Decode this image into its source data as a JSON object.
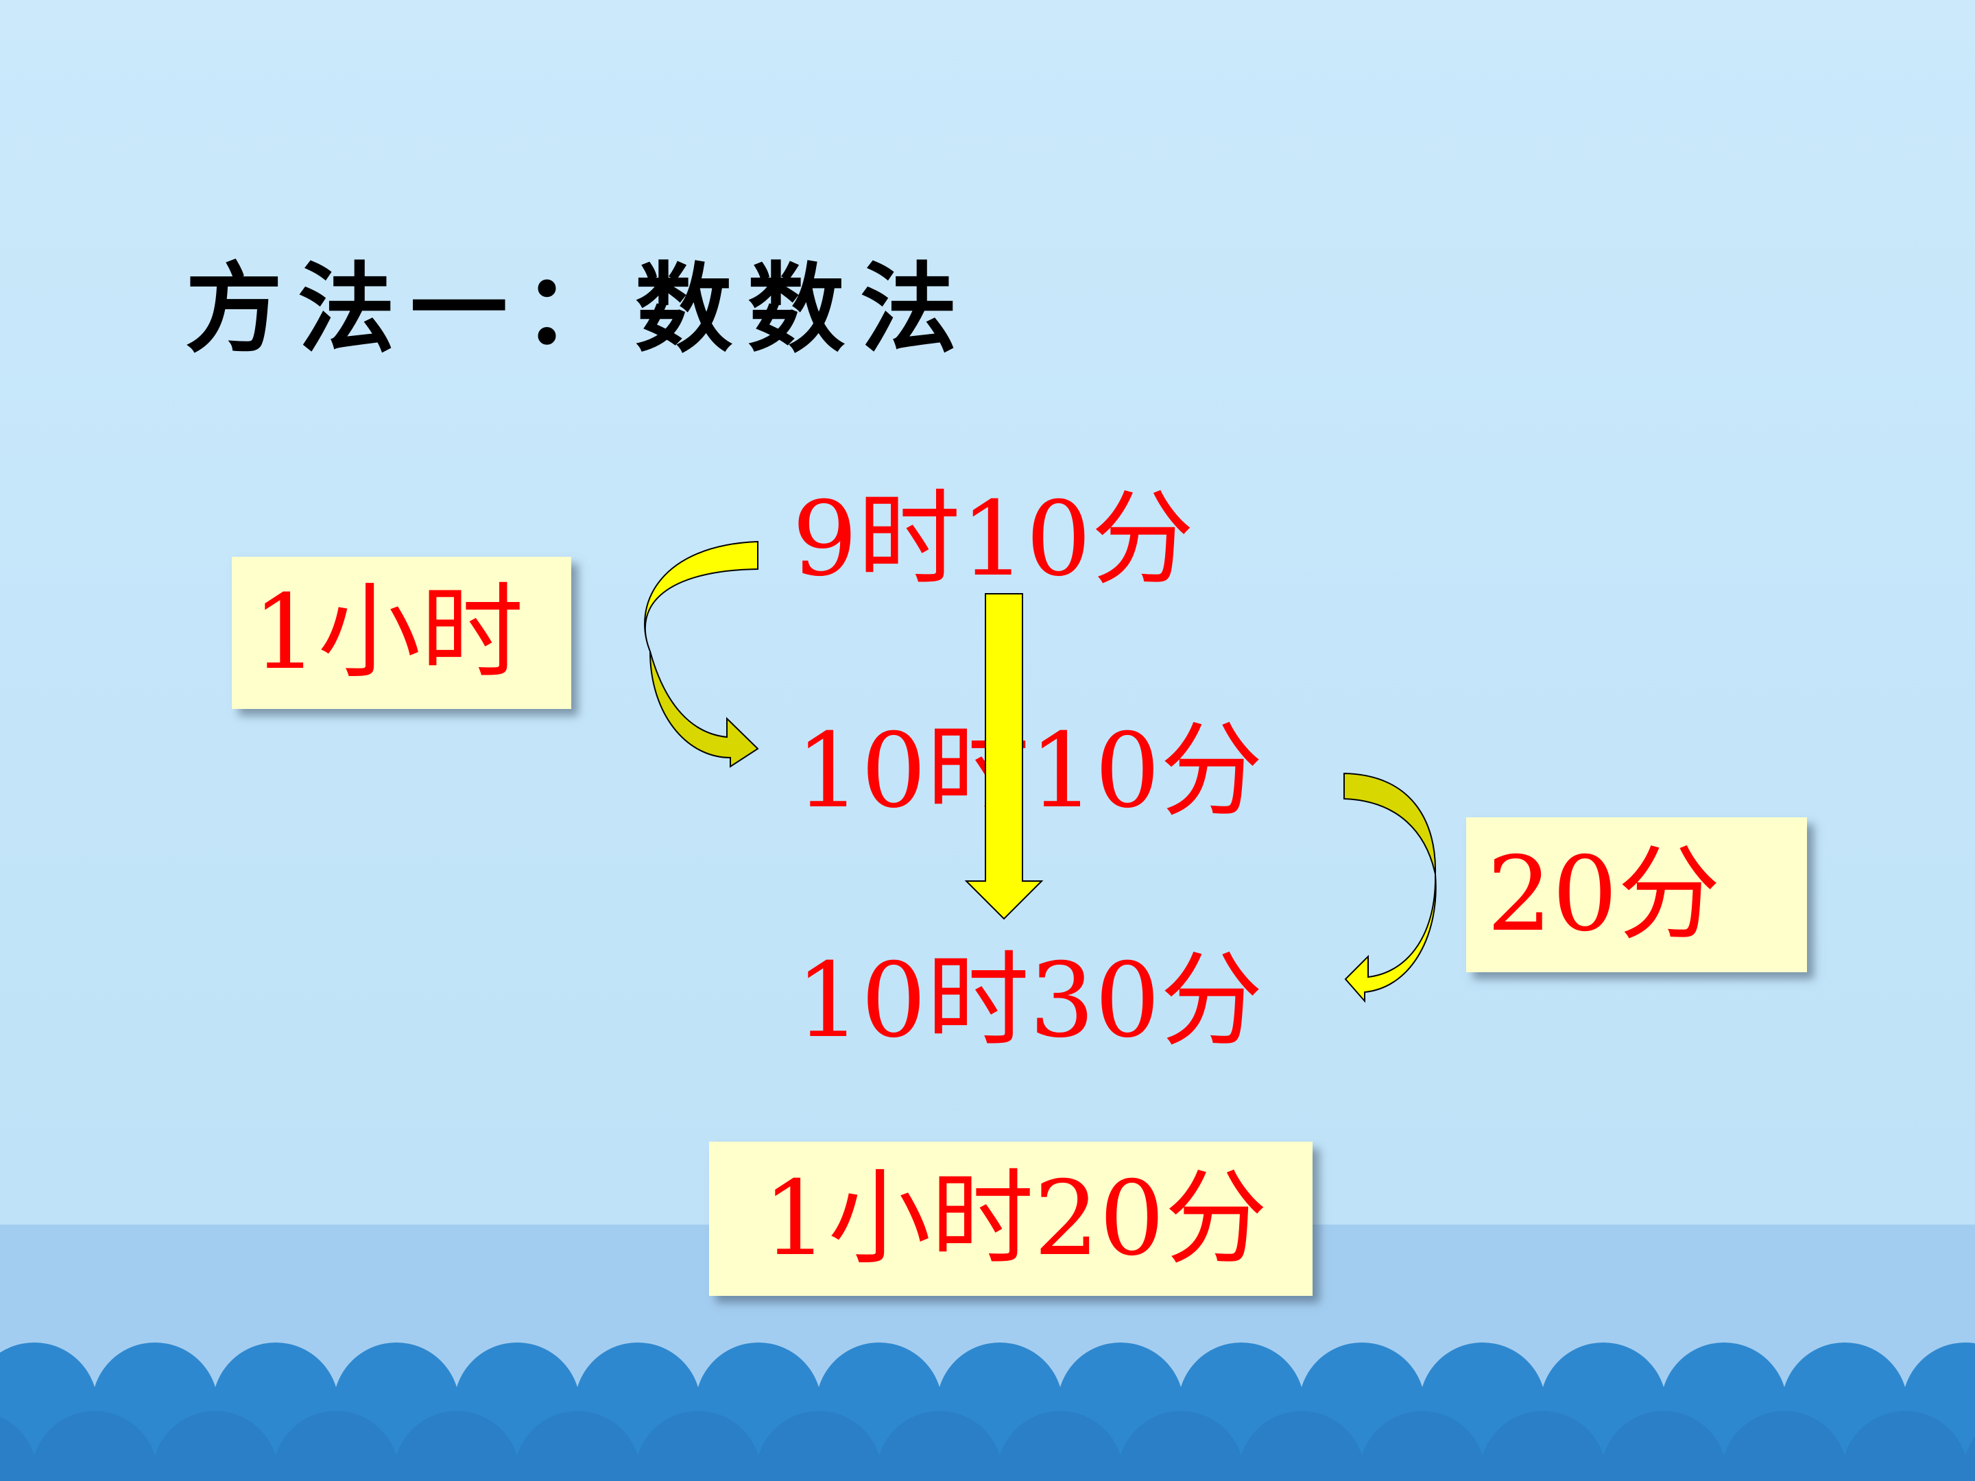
{
  "heading": "方法一：数数法",
  "times": {
    "start": "9时10分",
    "middle": "10时10分",
    "end": "10时30分"
  },
  "steps": {
    "hours": "1小时",
    "minutes": "20分"
  },
  "result": "1小时20分",
  "colors": {
    "background": "#c8e8f9",
    "text_red": "#ff0000",
    "box_fill": "#ffffcc",
    "arrow_fill": "#ffff00",
    "wave": "#2e88cf"
  }
}
